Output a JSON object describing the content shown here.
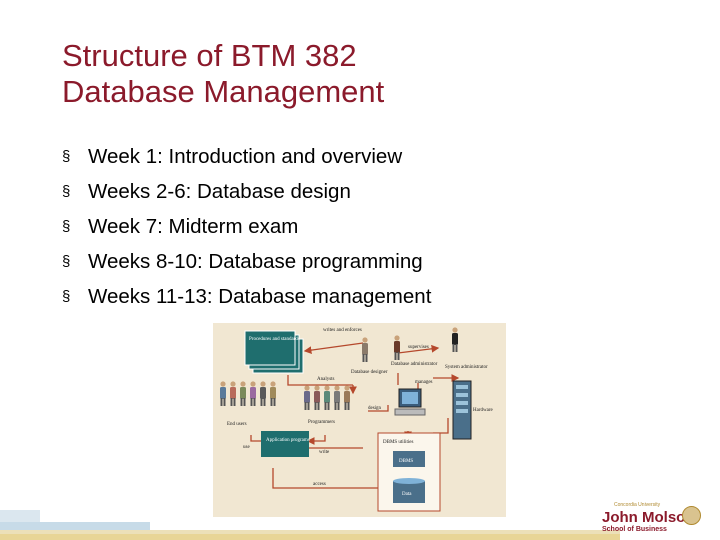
{
  "slide": {
    "title_line1": "Structure of BTM 382",
    "title_line2": "Database Management",
    "bullets": [
      "Week 1: Introduction and overview",
      "Weeks 2-6: Database design",
      "Week 7: Midterm exam",
      "Weeks 8-10: Database programming",
      "Weeks 11-13: Database management"
    ],
    "bullet_mark": "§"
  },
  "diagram": {
    "procedures": "Procedures and standards",
    "writes_enforces": "writes and enforces",
    "supervises": "supervises",
    "system_admin": "System administrator",
    "db_admin": "Database administrator",
    "manages": "manages",
    "db_designer": "Database designer",
    "analysts": "Analysts",
    "design": "design",
    "hardware": "Hardware",
    "end_users": "End users",
    "programmers": "Programmers",
    "use": "use",
    "write": "write",
    "app_programs": "Application programs",
    "dbms_utilities": "DBMS utilities",
    "dbms": "DBMS",
    "data": "Data",
    "access": "access"
  },
  "logo": {
    "university": "Concordia University",
    "name": "John Molson",
    "school": "School of Business"
  },
  "colors": {
    "title": "#8b1a2b",
    "accent": "#b08a30"
  }
}
